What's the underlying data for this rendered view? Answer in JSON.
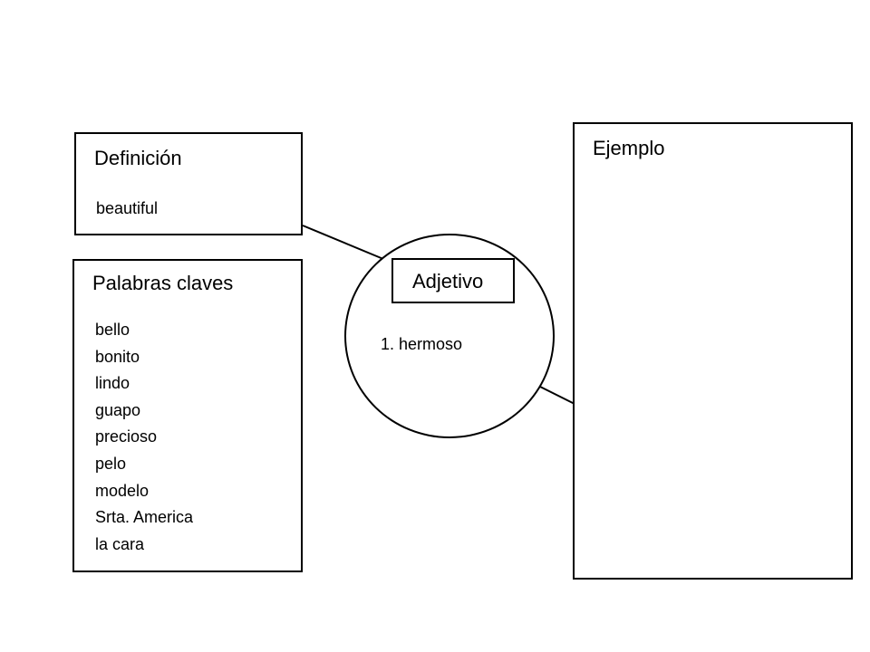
{
  "diagram": {
    "definicion": {
      "title": "Definición",
      "text": "beautiful"
    },
    "palabras_claves": {
      "title": "Palabras claves",
      "items": [
        "bello",
        "bonito",
        "lindo",
        "guapo",
        "precioso",
        "pelo",
        "modelo",
        "Srta. America",
        "la cara"
      ]
    },
    "center": {
      "label": "Adjetivo",
      "synonym": "1. hermoso"
    },
    "ejemplo": {
      "title": "Ejemplo"
    }
  }
}
